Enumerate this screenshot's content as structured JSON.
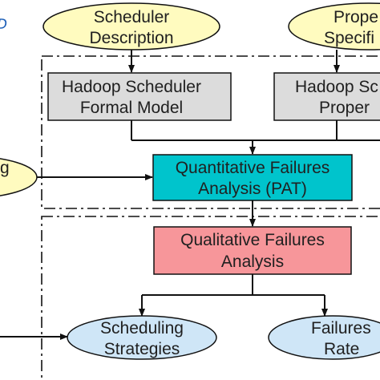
{
  "diagram": {
    "logo_fragment": "D",
    "nodes": {
      "scheduler_description": {
        "line1": "Scheduler",
        "line2": "Description",
        "fill": "#fffbbf"
      },
      "property_specification": {
        "line1": "Prope",
        "line2": "Specifi",
        "fill": "#fffbbf"
      },
      "formal_model": {
        "line1": "Hadoop Scheduler",
        "line2": "Formal Model",
        "fill": "#dcdcdc"
      },
      "properties": {
        "line1": "Hadoop Sc",
        "line2": "Proper",
        "fill": "#dcdcdc"
      },
      "left_input": {
        "line1": "g",
        "fill": "#fffbbf"
      },
      "quantitative": {
        "line1": "Quantitative Failures",
        "line2": "Analysis (PAT)",
        "fill": "#00c4cc"
      },
      "qualitative": {
        "line1": "Qualitative Failures",
        "line2": "Analysis",
        "fill": "#f7969a"
      },
      "scheduling_strategies": {
        "line1": "Scheduling",
        "line2": "Strategies",
        "fill": "#cfe6f7"
      },
      "failures_rate": {
        "line1": "Failures",
        "line2": "Rate",
        "fill": "#cfe6f7"
      }
    },
    "colors": {
      "stroke": "#111111",
      "logo_blue": "#1d5fb8"
    }
  }
}
